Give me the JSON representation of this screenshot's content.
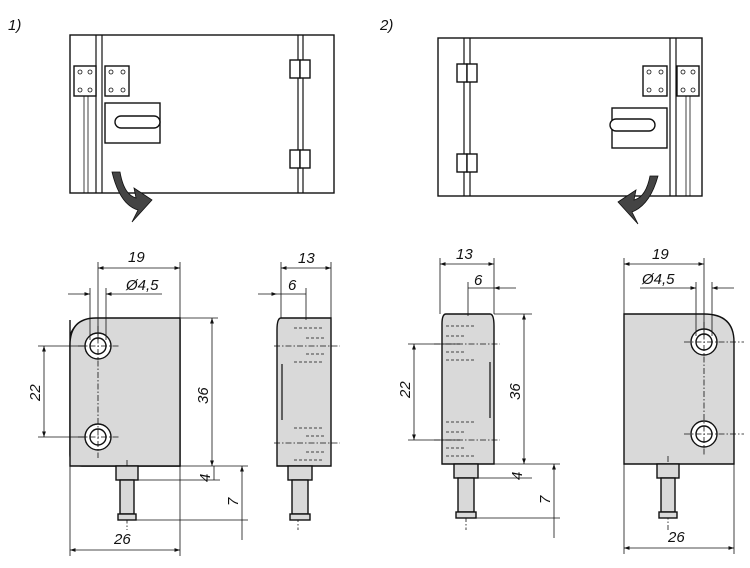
{
  "figure": {
    "panel1_label": "1)",
    "panel2_label": "2)",
    "dimensions": {
      "width_19": "19",
      "hole_dia": "Ø4,5",
      "hole_spacing": "22",
      "height": "36",
      "gap": "4",
      "cable_length": "7",
      "total_width": "26",
      "depth": "13",
      "depth_partial": "6"
    }
  }
}
